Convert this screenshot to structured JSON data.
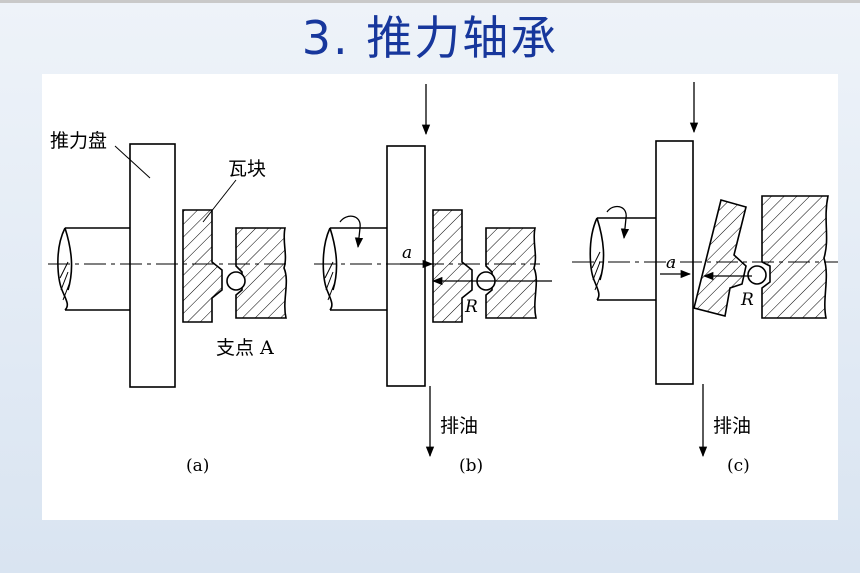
{
  "title": "3. 推力轴承",
  "panels": {
    "a": {
      "caption": "(a)",
      "disk_label": "推力盘",
      "pad_label": "瓦块",
      "pivot_label": "支点 A"
    },
    "b": {
      "caption": "(b)",
      "force_label": "a",
      "reaction_label": "R",
      "drain_label": "排油"
    },
    "c": {
      "caption": "(c)",
      "force_label": "a",
      "reaction_label": "R",
      "drain_label": "排油"
    }
  }
}
